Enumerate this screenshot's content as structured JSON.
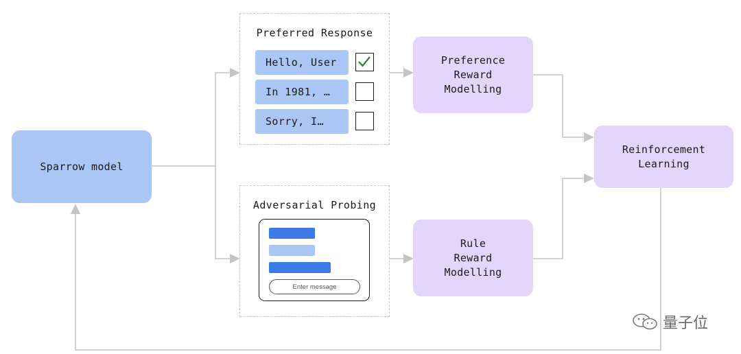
{
  "nodes": {
    "sparrow": "Sparrow model",
    "preference_reward": "Preference\nReward\nModelling",
    "rule_reward": "Rule\nReward\nModelling",
    "reinforcement": "Reinforcement\nLearning"
  },
  "preferred": {
    "title": "Preferred Response",
    "responses": [
      {
        "text": "Hello, User",
        "checked": true
      },
      {
        "text": "In 1981, …",
        "checked": false
      },
      {
        "text": "Sorry, I…",
        "checked": false
      }
    ]
  },
  "adversarial": {
    "title": "Adversarial Probing",
    "input_placeholder": "Enter message"
  },
  "watermark": "量子位",
  "colors": {
    "sparrow": "#a9c6f5",
    "reward": "#e2d6fa",
    "chat_bar_dark": "#3a7be8",
    "chat_bar_light": "#a9c6f5",
    "arrow": "#c4c4c4",
    "check": "#2f7d32"
  }
}
